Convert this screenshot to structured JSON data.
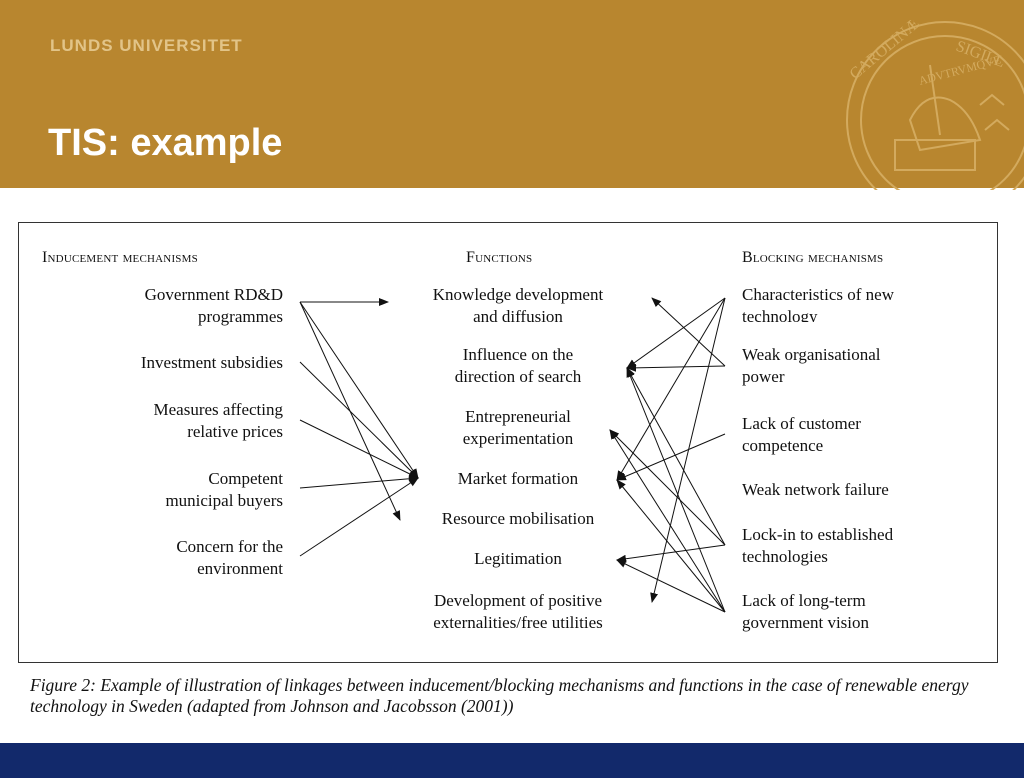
{
  "header": {
    "university": "LUNDS UNIVERSITET",
    "title": "TIS: example",
    "seal_text": "CAROLINÆ SIGILL ADVTRVMQVE",
    "colors": {
      "header_bg": "#b8862f",
      "footer_bg": "#12296b"
    }
  },
  "diagram": {
    "headings": {
      "inducement": "Inducement mechanisms",
      "functions": "Functions",
      "blocking": "Blocking mechanisms"
    },
    "inducement": [
      {
        "line1": "Government RD&D",
        "line2": "programmes"
      },
      {
        "line1": "Investment subsidies",
        "line2": ""
      },
      {
        "line1": "Measures affecting",
        "line2": "relative prices"
      },
      {
        "line1": "Competent",
        "line2": "municipal buyers"
      },
      {
        "line1": "Concern for the",
        "line2": "environment"
      }
    ],
    "functions": [
      {
        "line1": "Knowledge development",
        "line2": "and diffusion"
      },
      {
        "line1": "Influence on the",
        "line2": "direction of search"
      },
      {
        "line1": "Entrepreneurial",
        "line2": "experimentation"
      },
      {
        "line1": "Market formation",
        "line2": ""
      },
      {
        "line1": "Resource mobilisation",
        "line2": ""
      },
      {
        "line1": "Legitimation",
        "line2": ""
      },
      {
        "line1": "Development of positive",
        "line2": "externalities/free utilities"
      }
    ],
    "blocking": [
      {
        "line1": "Characteristics of new",
        "line2": "technology"
      },
      {
        "line1": "Weak organisational",
        "line2": "power"
      },
      {
        "line1": "Lack of customer",
        "line2": "competence"
      },
      {
        "line1": "Weak network failure",
        "line2": ""
      },
      {
        "line1": "Lock-in to established",
        "line2": "technologies"
      },
      {
        "line1": "Lack of long-term",
        "line2": "government vision"
      }
    ]
  },
  "caption": {
    "label": "Figure 2:",
    "text": "Example of illustration of linkages between inducement/blocking mechanisms and functions in the case of renewable energy technology in Sweden (adapted from Johnson and Jacobsson (2001))"
  }
}
